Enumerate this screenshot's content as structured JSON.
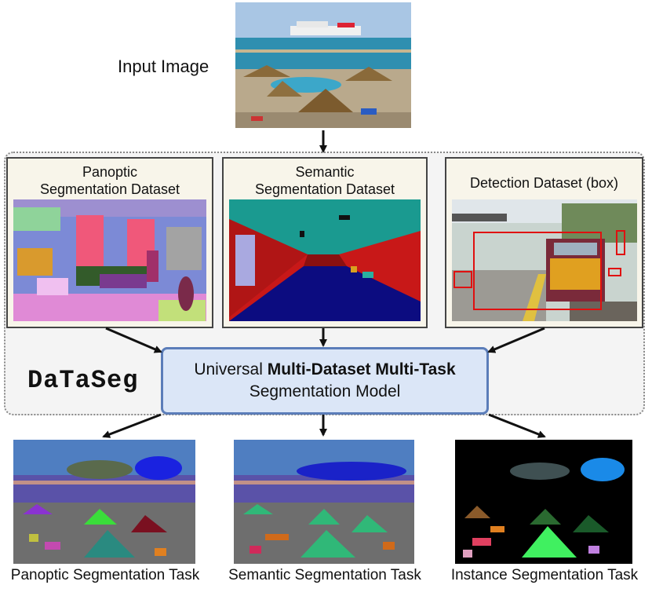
{
  "input": {
    "label": "Input Image"
  },
  "datasets": [
    {
      "title_line1": "Panoptic",
      "title_line2": "Segmentation Dataset"
    },
    {
      "title_line1": "Semantic",
      "title_line2": "Segmentation Dataset"
    },
    {
      "title_line1": "Detection Dataset (box)",
      "title_line2": ""
    }
  ],
  "framework": {
    "name": "DaTaSeg"
  },
  "model": {
    "line1_prefix": "Universal ",
    "line1_bold": "Multi-Dataset Multi-Task",
    "line2": "Segmentation Model"
  },
  "tasks": [
    {
      "label": "Panoptic Segmentation Task"
    },
    {
      "label": "Semantic Segmentation Task"
    },
    {
      "label": "Instance Segmentation Task"
    }
  ]
}
